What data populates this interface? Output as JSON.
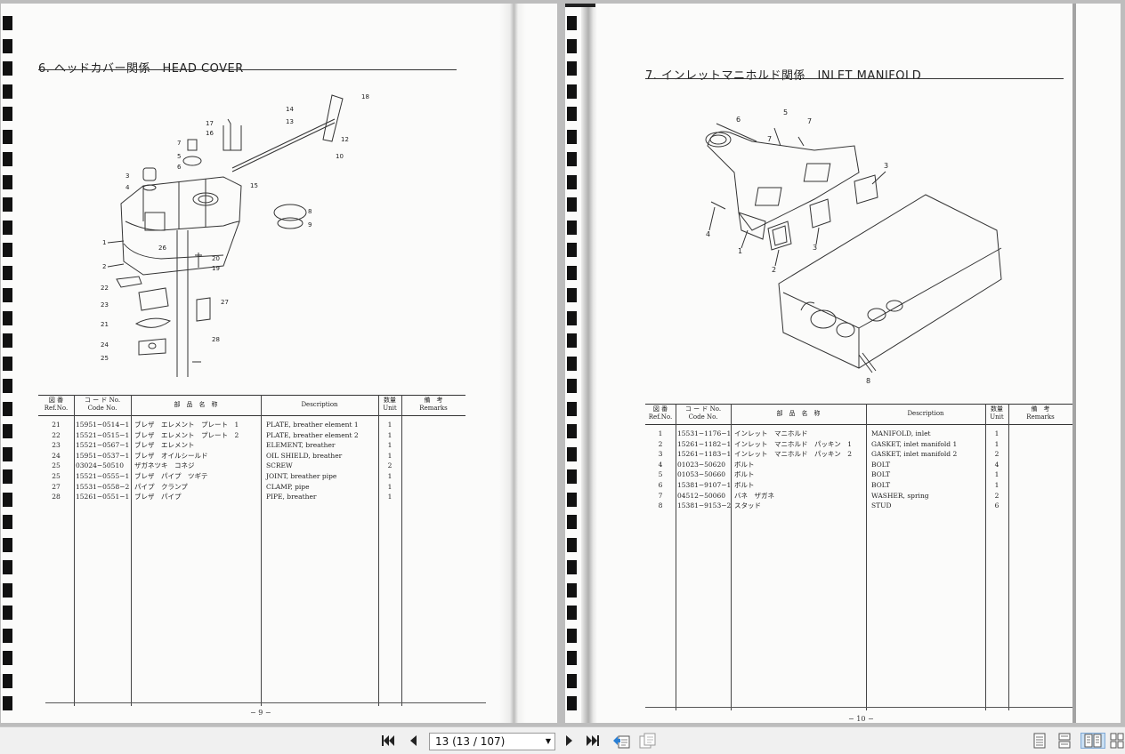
{
  "viewer": {
    "page_select_value": "13 (13 / 107)",
    "icons": [
      "first-page-icon",
      "prev-page-icon",
      "next-page-icon",
      "last-page-icon",
      "page-back-icon",
      "page-forward-icon",
      "single-page-view-icon",
      "continuous-view-icon",
      "two-page-view-icon",
      "two-page-continuous-view-icon"
    ]
  },
  "left": {
    "title": "6. ヘッドカバー関係　HEAD COVER",
    "table_headers": {
      "ref_jp": "図 番",
      "ref_en": "Ref.No.",
      "code_jp": "コ ー ド No.",
      "code_en": "Code No.",
      "name_jp": "部　品　名　称",
      "desc": "Description",
      "qty_jp": "数量",
      "qty_en": "Unit",
      "rem_jp": "備　考",
      "rem_en": "Remarks"
    },
    "rows": [
      {
        "ref": "21",
        "code": "15951−0514−1",
        "name": "ブレザ　エレメント　プレート　1",
        "desc": "PLATE, breather element 1",
        "qty": "1"
      },
      {
        "ref": "22",
        "code": "15521−0515−1",
        "name": "ブレザ　エレメント　プレート　2",
        "desc": "PLATE, breather element 2",
        "qty": "1"
      },
      {
        "ref": "23",
        "code": "15521−0567−1",
        "name": "ブレザ　エレメント",
        "desc": "ELEMENT, breather",
        "qty": "1"
      },
      {
        "ref": "24",
        "code": "15951−0537−1",
        "name": "ブレザ　オイルシールド",
        "desc": "OIL SHIELD, breather",
        "qty": "1"
      },
      {
        "ref": "25",
        "code": "03024−50510",
        "name": "ザガネツキ　コネジ",
        "desc": "SCREW",
        "qty": "2"
      },
      {
        "ref": "25",
        "code": "15521−0555−1",
        "name": "ブレザ　パイプ　ツギテ",
        "desc": "JOINT, breather pipe",
        "qty": "1"
      },
      {
        "ref": "27",
        "code": "15531−0558−2",
        "name": "パイプ　クランプ",
        "desc": "CLAMP, pipe",
        "qty": "1"
      },
      {
        "ref": "28",
        "code": "15261−0551−1",
        "name": "ブレザ　パイプ",
        "desc": "PIPE, breather",
        "qty": "1"
      }
    ],
    "callouts": [
      "1",
      "2",
      "3",
      "4",
      "5",
      "6",
      "7",
      "8",
      "9",
      "10",
      "12",
      "13",
      "14",
      "15",
      "16",
      "17",
      "18",
      "19",
      "20",
      "21",
      "22",
      "23",
      "24",
      "25",
      "26",
      "27",
      "28"
    ],
    "page_number": "− 9 −"
  },
  "right": {
    "title": "7. インレットマニホルド関係　INLET MANIFOLD",
    "table_headers": {
      "ref_jp": "図 番",
      "ref_en": "Ref.No.",
      "code_jp": "コ ー ド No.",
      "code_en": "Code No.",
      "name_jp": "部　品　名　称",
      "desc": "Description",
      "qty_jp": "数量",
      "qty_en": "Unit",
      "rem_jp": "備　考",
      "rem_en": "Remarks"
    },
    "rows": [
      {
        "ref": "1",
        "code": "15531−1176−1",
        "name": "インレット　マニホルド",
        "desc": "MANIFOLD, inlet",
        "qty": "1"
      },
      {
        "ref": "2",
        "code": "15261−1182−1",
        "name": "インレット　マニホルド　パッキン　1",
        "desc": "GASKET, inlet manifold 1",
        "qty": "1"
      },
      {
        "ref": "3",
        "code": "15261−1183−1",
        "name": "インレット　マニホルド　パッキン　2",
        "desc": "GASKET, inlet manifold 2",
        "qty": "2"
      },
      {
        "ref": "4",
        "code": "01023−50620",
        "name": "ボルト",
        "desc": "BOLT",
        "qty": "4"
      },
      {
        "ref": "5",
        "code": "01053−50660",
        "name": "ボルト",
        "desc": "BOLT",
        "qty": "1"
      },
      {
        "ref": "6",
        "code": "15381−9107−1",
        "name": "ボルト",
        "desc": "BOLT",
        "qty": "1"
      },
      {
        "ref": "7",
        "code": "04512−50060",
        "name": "バネ　ザガネ",
        "desc": "WASHER, spring",
        "qty": "2"
      },
      {
        "ref": "8",
        "code": "15381−9153−2",
        "name": "スタッド",
        "desc": "STUD",
        "qty": "6"
      }
    ],
    "callouts": [
      "1",
      "2",
      "3",
      "3",
      "4",
      "5",
      "6",
      "7",
      "7",
      "8"
    ],
    "page_number": "− 10 −"
  }
}
